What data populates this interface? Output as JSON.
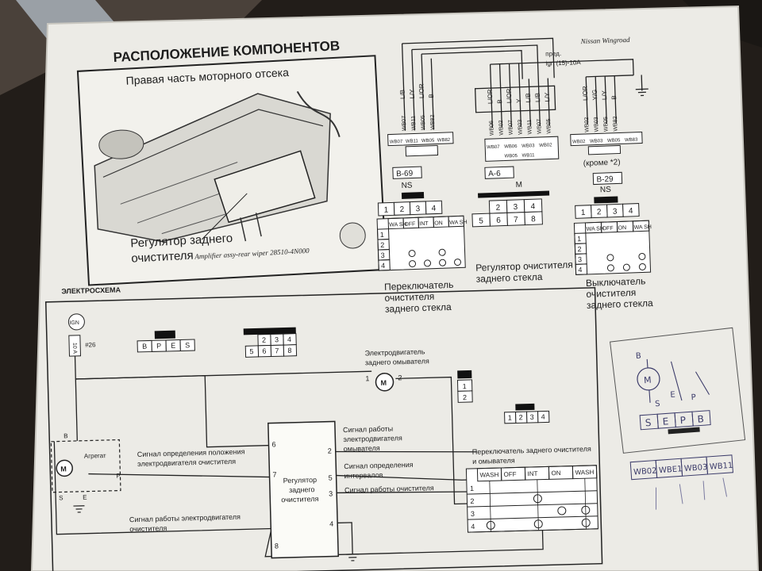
{
  "page": {
    "title": "РАСПОЛОЖЕНИЕ КОМПОНЕНТОВ",
    "model_stamp": "Nissan Wingroad"
  },
  "location_view": {
    "area_label": "Правая часть моторного отсека",
    "regulator_label_1": "Регулятор заднего",
    "regulator_label_2": "очистителя",
    "part_name": "Amplifier assy-rear wiper 28510-4N000"
  },
  "harness": {
    "top_note_1": "пред.",
    "top_note_2": "ign (15)-10A",
    "left_wires": [
      "L/B",
      "L/Y",
      "L/OR",
      "B"
    ],
    "left_codes": [
      "WB07",
      "WB11",
      "WB05",
      "WB82"
    ],
    "mid_wires": [
      "L/OR",
      "B",
      "L/OR",
      "Y",
      "L/B",
      "L/B",
      "L/Y"
    ],
    "mid_codes": [
      "WB06",
      "WB02",
      "WB07",
      "WB03",
      "WB11",
      "WB07",
      "WB05"
    ],
    "right_wires": [
      "L/OR",
      "Y/G",
      "L/Y",
      "B"
    ],
    "right_codes": [
      "WB02",
      "WB03",
      "WB05",
      "WB82"
    ],
    "box_left": [
      "WB07",
      "WB11",
      "WB05",
      "WB82"
    ],
    "box_mid_top": [
      "WB07",
      "WB06",
      "WB03",
      "WB02"
    ],
    "box_mid_bottom": [
      "WB05",
      "WB11"
    ],
    "box_right": [
      "WB02",
      "WB03",
      "WB05",
      "WB83"
    ]
  },
  "connectors": {
    "left": {
      "id": "B-69",
      "color": "NS",
      "pins": [
        "1",
        "2",
        "3",
        "4"
      ]
    },
    "mid": {
      "id": "A-6",
      "color": "M",
      "pins_top": [
        "2",
        "3",
        "4"
      ],
      "pins_bottom": [
        "5",
        "6",
        "7",
        "8"
      ]
    },
    "right": {
      "id": "B-29",
      "color": "NS",
      "note": "(кроме *2)",
      "pins": [
        "1",
        "2",
        "3",
        "4"
      ]
    }
  },
  "tables": {
    "left_headers": [
      "WA SH",
      "OFF",
      "INT",
      "ON",
      "WA SH"
    ],
    "right_headers": [
      "WA SH",
      "OFF",
      "ON",
      "WA SH"
    ],
    "rows": [
      "1",
      "2",
      "3",
      "4"
    ]
  },
  "captions": {
    "left": [
      "Переключатель",
      "очистителя",
      "заднего стекла"
    ],
    "mid": [
      "Регулятор очистителя",
      "заднего стекла"
    ],
    "right": [
      "Выключатель",
      "очистителя",
      "заднего стекла"
    ]
  },
  "schematic": {
    "section_title": "ЭЛЕКТРОСХЕМА",
    "ign": "IGN",
    "fuse": "10 A",
    "fuse_ref": "#26",
    "conn_bpes": [
      "B",
      "P",
      "E",
      "S"
    ],
    "conn_top": [
      "2",
      "3",
      "4"
    ],
    "conn_bottom": [
      "5",
      "6",
      "7",
      "8"
    ],
    "washer_motor_1": "Электродвигатель",
    "washer_motor_2": "заднего омывателя",
    "motor_pin_left": "1",
    "motor_pin_right": "2",
    "small_conn": [
      "1",
      "2"
    ],
    "four_pin": [
      "1",
      "2",
      "3",
      "4"
    ],
    "wiper_motor_label": "Агрегат",
    "pin_b": "B",
    "pin_p": "P",
    "pin_s": "S",
    "pin_e": "E",
    "sig_position_1": "Сигнал определения положения",
    "sig_position_2": "электродвигателя очистителя",
    "sig_washer_1": "Сигнал работы",
    "sig_washer_2": "электродвигателя",
    "sig_washer_3": "омывателя",
    "sig_interval_1": "Сигнал определения",
    "sig_interval_2": "интервалов",
    "sig_wiper": "Сигнал работы очистителя",
    "sig_motor_run_1": "Сигнал работы электродвигателя",
    "sig_motor_run_2": "очистителя",
    "regulator_1": "Регулятор",
    "regulator_2": "заднего",
    "regulator_3": "очистителя",
    "reg_pins_left": [
      "6",
      "7",
      "8"
    ],
    "reg_pins_right": [
      "2",
      "5",
      "3",
      "4"
    ],
    "switch_title_1": "Переключатель заднего очистителя",
    "switch_title_2": "и омывателя",
    "switch_headers": [
      "WASH",
      "OFF",
      "INT",
      "ON",
      "WASH"
    ],
    "switch_rows": [
      "1",
      "2",
      "3",
      "4"
    ]
  },
  "sketch": {
    "labels": [
      "S",
      "E",
      "P",
      "B"
    ],
    "codes": [
      "WB02",
      "WBE1",
      "WB03",
      "WB11"
    ],
    "pin_b": "B",
    "pin_s": "S",
    "pin_e": "E",
    "pin_p": "P",
    "motor": "M"
  }
}
